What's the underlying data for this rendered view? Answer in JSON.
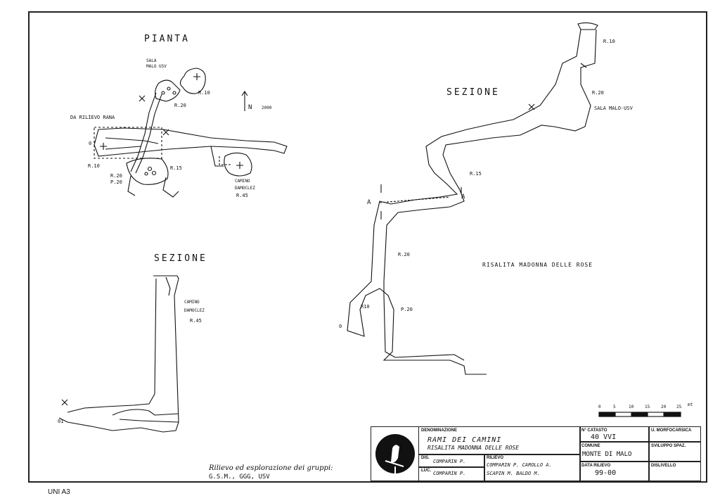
{
  "plan": {
    "title": "PIANTA",
    "labels": {
      "sala": "SALA",
      "malo_usv": "MALO USV",
      "r10_top": "R.10",
      "r20_top": "R.20",
      "da_rilievo": "DA RILIEVO RANA",
      "o_left": "0",
      "r10_left": "R.10",
      "r20_left": "R.20",
      "p20": "P.20",
      "r15": "R.15",
      "camino": "CAMINO",
      "damocle": "DAMOCLEZ",
      "r45": "R.45",
      "north": "N",
      "north_year": "2000"
    }
  },
  "section_top": {
    "title": "SEZIONE",
    "labels": {
      "r10": "R.10",
      "r20": "R.20",
      "sala_malo": "SALA MALO-USV",
      "r15": "R.15",
      "a_left": "A",
      "a_right": "A",
      "r20_low": "R.20",
      "r10_low": "R10",
      "p20": "P.20",
      "zero": "0",
      "risalita": "RISALITA MADONNA DELLE ROSE"
    }
  },
  "section_bottom": {
    "title": "SEZIONE",
    "labels": {
      "camino": "CAMINO",
      "damocle": "DAMOCLEZ",
      "r45": "R.45",
      "zero": "01"
    }
  },
  "credits": {
    "line1": "Rilievo ed esplorazione dei gruppi:",
    "line2": "G.S.M., GGG, USV"
  },
  "scale": {
    "ticks": [
      "0",
      "5",
      "10",
      "15",
      "20",
      "25"
    ],
    "unit": "mt"
  },
  "title_block": {
    "denominazione_label": "DENOMINAZIONE",
    "denominazione_line1": "RAMI DEI CAMINI",
    "denominazione_line2": "RISALITA MADONNA DELLE ROSE",
    "dis_label": "DIS.",
    "dis_value": "COMPARIN P.",
    "luc_label": "LUC.",
    "luc_value": "COMPARIN P.",
    "rilievo_label": "RILIEVO",
    "rilievo_line1": "COMPARIN P.  CAROLLO A.",
    "rilievo_line2": "SCAPIN M. BALDO M.",
    "catasto_label": "N° CATASTO",
    "catasto_value": "40 VVI",
    "comune_label": "COMUNE",
    "comune_value": "MONTE DI MALO",
    "data_label": "DATA RILIEVO",
    "data_value": "99-00",
    "morfo_label": "U. MORFOCARSICA",
    "sviluppo_label": "SVILUPPO SPAZ.",
    "dislivello_label": "DISLIVELLO"
  },
  "footer": {
    "stamp": "UNI A3"
  }
}
